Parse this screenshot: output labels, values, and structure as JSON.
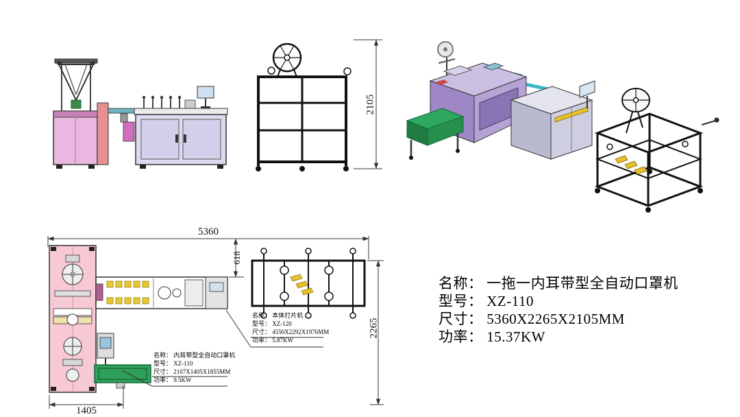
{
  "page": {
    "background": "#ffffff"
  },
  "dimensions": {
    "overall_height": "2105",
    "overall_length": "5360",
    "infeed_offset": "618",
    "overall_depth": "2265",
    "mask_machine_width": "1405"
  },
  "main_spec": {
    "line1": "名称： 一拖一内耳带型全自动口罩机",
    "line2": "型号： XZ-110",
    "line3": "尺寸： 5360X2265X2105MM",
    "line4": "功率： 15.37KW"
  },
  "body_machine_note": {
    "line1": "名称： 本体打片机",
    "line2": "型号： XZ-120",
    "line3": "尺寸： 4550X2292X1976MM",
    "line4": "功率： 5.87KW"
  },
  "mask_machine_note": {
    "line1": "名称： 内耳带型全自动口罩机",
    "line2": "型号： XZ-110",
    "line3": "尺寸： 2107X1405X1855MM",
    "line4": "功率： 9.5KW"
  },
  "colors": {
    "line": "#1a1a1a",
    "cabinet_pink": "#e9b7df",
    "cabinet_lavender": "#dcdaf0",
    "plan_pink": "#f7c9d4",
    "machine_purple": "#9f86c4",
    "conveyor_green": "#2fa05a",
    "accent_salmon": "#e79090",
    "accent_teal": "#3fb6c9",
    "accent_yellow": "#e8c832",
    "accent_magenta": "#cf6fbe"
  }
}
